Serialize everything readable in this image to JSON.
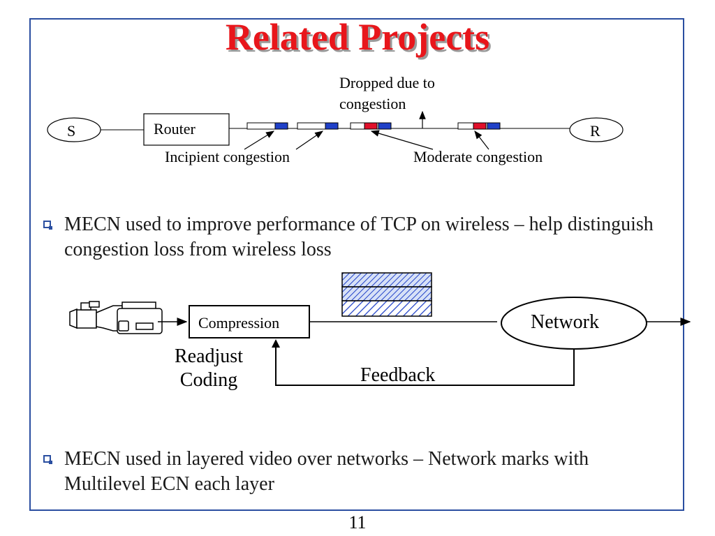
{
  "title": "Related Projects",
  "top_diagram": {
    "sender": "S",
    "receiver": "R",
    "router": "Router",
    "dropped_label": "Dropped due to\ncongestion",
    "incipient_label": "Incipient congestion",
    "moderate_label": "Moderate congestion"
  },
  "bullets": [
    "MECN used to improve performance of TCP on wireless – help distinguish congestion loss from wireless loss",
    "MECN used in layered video over networks – Network marks with Multilevel ECN each layer"
  ],
  "video_diagram": {
    "compression": "Compression",
    "network": "Network",
    "readjust": "Readjust\nCoding",
    "feedback": "Feedback"
  },
  "page_number": "11",
  "colors": {
    "frame": "#2a4ea0",
    "title": "#e8161b",
    "mark_red": "#e0102a",
    "mark_blue": "#1f40c8"
  }
}
